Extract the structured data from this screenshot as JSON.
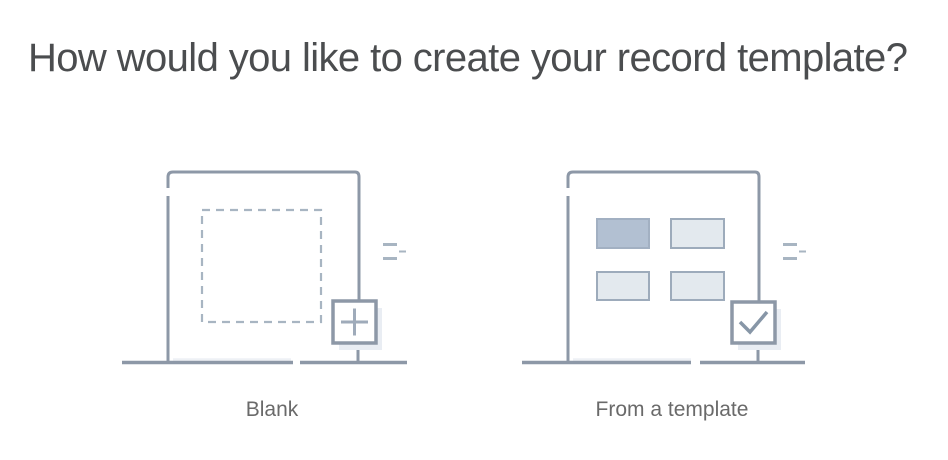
{
  "page": {
    "title": "How would you like to create your record template?"
  },
  "options": [
    {
      "label": "Blank",
      "illustration": "blank-record-illustration"
    },
    {
      "label": "From a template",
      "illustration": "template-grid-illustration"
    }
  ],
  "colors": {
    "background": "#ffffff",
    "title_text": "#4b4d4f",
    "label_text": "#6a6a6a",
    "outline": "#8d98a7",
    "outline_light": "#a8b5c2",
    "plus_stroke": "#9fabba",
    "check_stroke": "#8796a7",
    "accent_fill_dark": "#b2c0d2",
    "accent_stroke_dark": "#a2b0c2",
    "accent_fill_light": "#e3e9ee",
    "accent_stroke_light": "#9dabbb",
    "shadow": "#e9edf3"
  }
}
